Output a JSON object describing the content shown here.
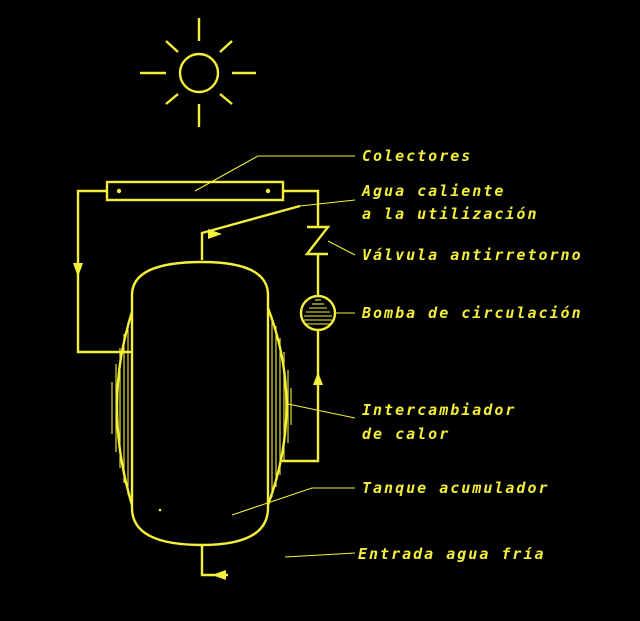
{
  "colors": {
    "background": "#000000",
    "line": "#f4ef3a"
  },
  "labels": {
    "colectores": "Colectores",
    "agua_caliente_1": "Agua caliente",
    "agua_caliente_2": "a la utilización",
    "valvula": "Válvula antirretorno",
    "bomba": "Bomba de circulación",
    "intercambiador_1": "Intercambiador",
    "intercambiador_2": "de calor",
    "tanque": "Tanque acumulador",
    "entrada": "Entrada agua fría"
  },
  "icons": [
    "sun-icon",
    "check-valve-icon",
    "pump-icon",
    "flow-arrow-icon"
  ]
}
